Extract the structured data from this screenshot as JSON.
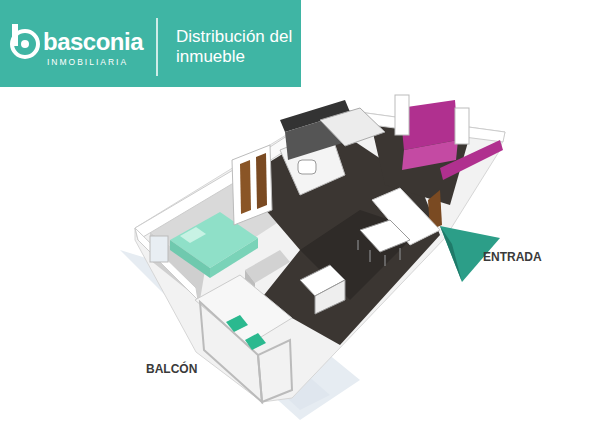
{
  "diagram": {
    "nodes": [
      {
        "text": [
          "basconia",
          "INMOBILIARIA",
          "Distribución del inmueble"
        ]
      }
    ],
    "labels": [
      "ENTRADA",
      "BALCÓN"
    ]
  }
}
